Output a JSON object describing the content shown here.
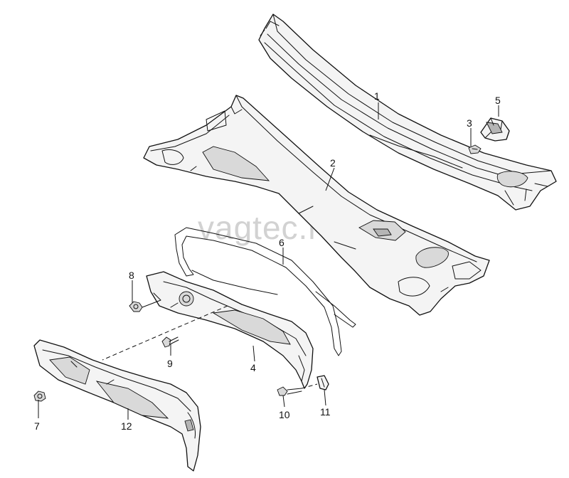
{
  "watermark": "vagtec.ru",
  "callouts": {
    "c1": "1",
    "c2": "2",
    "c3": "3",
    "c4": "4",
    "c5": "5",
    "c6": "6",
    "c7": "7",
    "c8": "8",
    "c9": "9",
    "c10": "10",
    "c11": "11",
    "c12": "12"
  }
}
